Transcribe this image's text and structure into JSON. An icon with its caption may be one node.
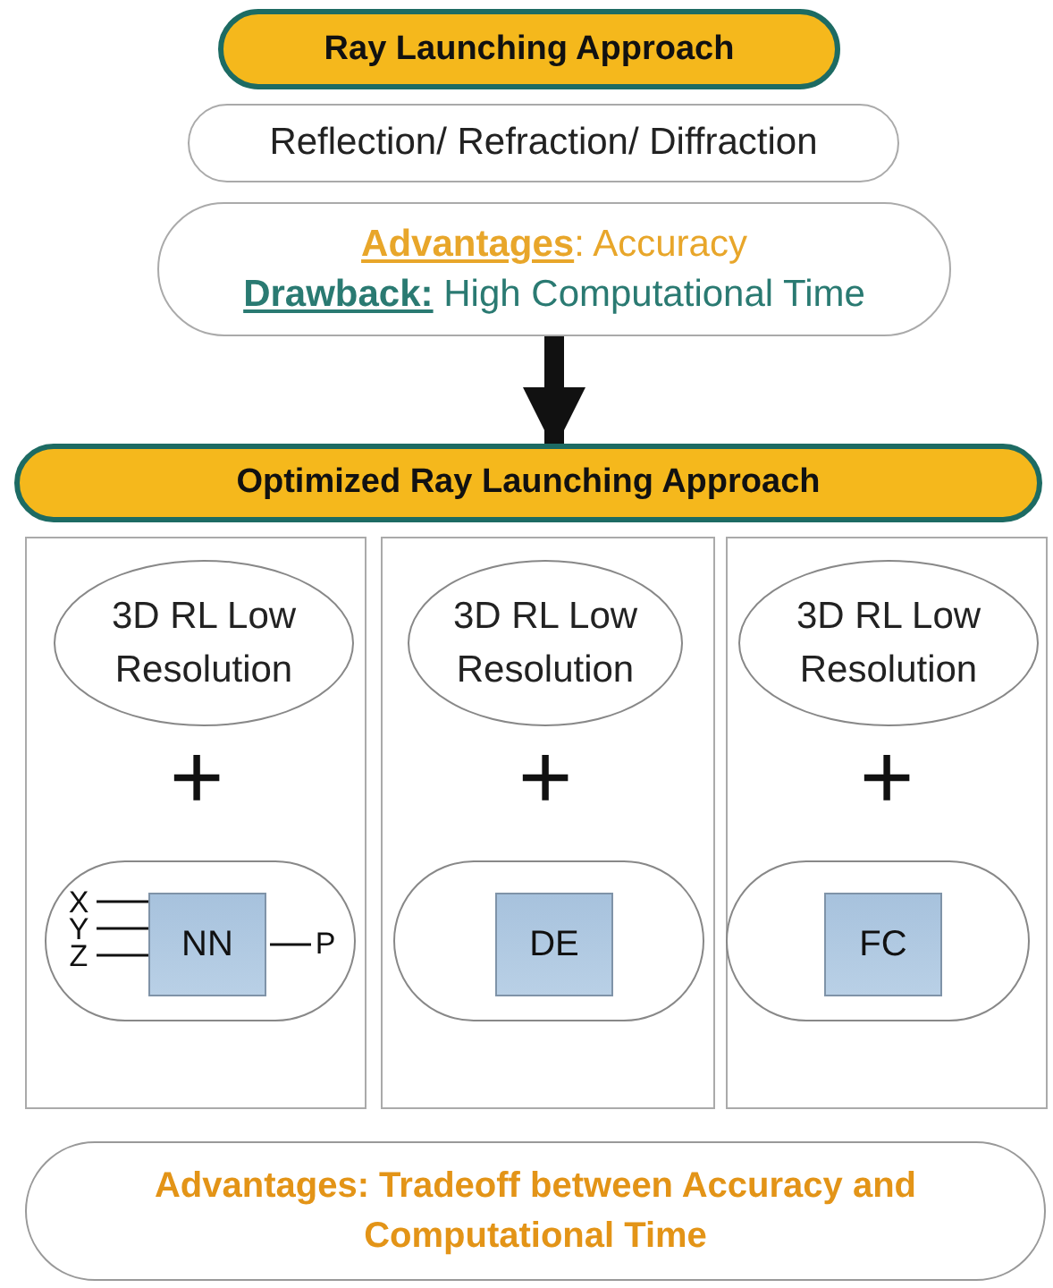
{
  "diagram": {
    "nodes": [
      {
        "text": [
          "Ray Launching Approach"
        ]
      },
      {
        "text": [
          "Reflection/ Refraction/ Diffraction"
        ]
      },
      {
        "text": [
          "**Advantages**: Accuracy",
          "**Drawback:** High Computational Time"
        ]
      },
      {
        "text": [
          "Optimized Ray Launching Approach"
        ]
      },
      {
        "text": [],
        "shape": "box"
      },
      {
        "text": [],
        "shape": "box"
      },
      {
        "text": [],
        "shape": "box"
      },
      {
        "text": [
          "3D RL Low Resolution"
        ],
        "in": 4
      },
      {
        "text": [],
        "shape": "capsule",
        "in": 4
      },
      {
        "text": [
          "NN"
        ],
        "in": 8
      },
      {
        "text": [
          "X"
        ],
        "in": 8
      },
      {
        "text": [
          "Y"
        ],
        "in": 8
      },
      {
        "text": [
          "Z"
        ],
        "in": 8
      },
      {
        "text": [
          "P"
        ],
        "in": 8
      },
      {
        "text": [
          "3D RL Low Resolution"
        ],
        "in": 5
      },
      {
        "text": [],
        "shape": "capsule",
        "in": 5
      },
      {
        "text": [
          "DE"
        ],
        "in": 15
      },
      {
        "text": [
          "3D RL Low Resolution"
        ],
        "in": 6
      },
      {
        "text": [],
        "shape": "capsule",
        "in": 6
      },
      {
        "text": [
          "FC"
        ],
        "in": 18
      },
      {
        "text": [
          "Advantages: Tradeoff between Accuracy and Computational Time"
        ]
      }
    ],
    "edges": [
      {
        "from": 2,
        "to": 3,
        "arrow": "to",
        "style": "thick"
      },
      {
        "from": 10,
        "to": 9,
        "arrow": "none"
      },
      {
        "from": 11,
        "to": 9,
        "arrow": "none"
      },
      {
        "from": 12,
        "to": 9,
        "arrow": "none"
      },
      {
        "from": 9,
        "to": 13,
        "arrow": "none"
      }
    ],
    "labels": [
      "+",
      "+",
      "+"
    ]
  }
}
